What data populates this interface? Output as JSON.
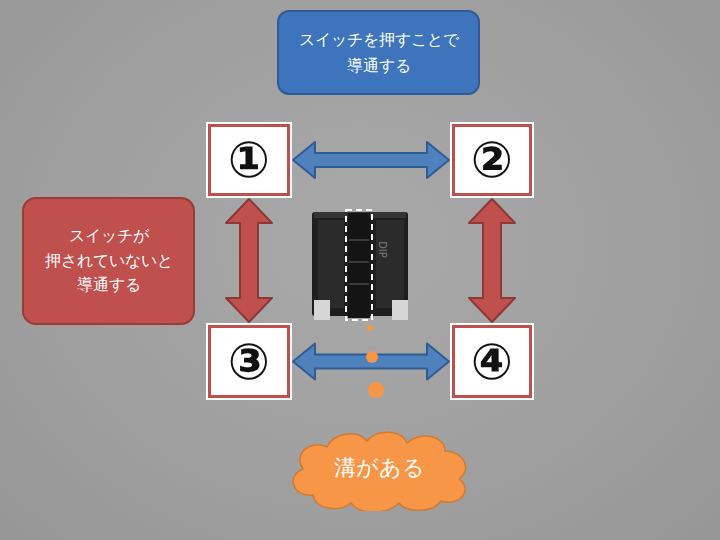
{
  "diagram": {
    "nodes": [
      {
        "text": [
          "スイッチを押すことで 導通する"
        ]
      },
      {
        "text": [
          "①"
        ]
      },
      {
        "text": [
          "②"
        ]
      },
      {
        "text": [
          "スイッチが 押されていないと 導通する"
        ]
      },
      {
        "text": [
          "③"
        ]
      },
      {
        "text": [
          "④"
        ]
      },
      {
        "text": [
          "溝がある"
        ]
      }
    ],
    "edges": [
      {
        "from": 1,
        "to": 2,
        "arrow": "both"
      },
      {
        "from": 1,
        "to": 4,
        "arrow": "both"
      },
      {
        "from": 2,
        "to": 5,
        "arrow": "both"
      },
      {
        "from": 4,
        "to": 5,
        "arrow": "both"
      }
    ],
    "labels": [
      "DIP"
    ]
  }
}
